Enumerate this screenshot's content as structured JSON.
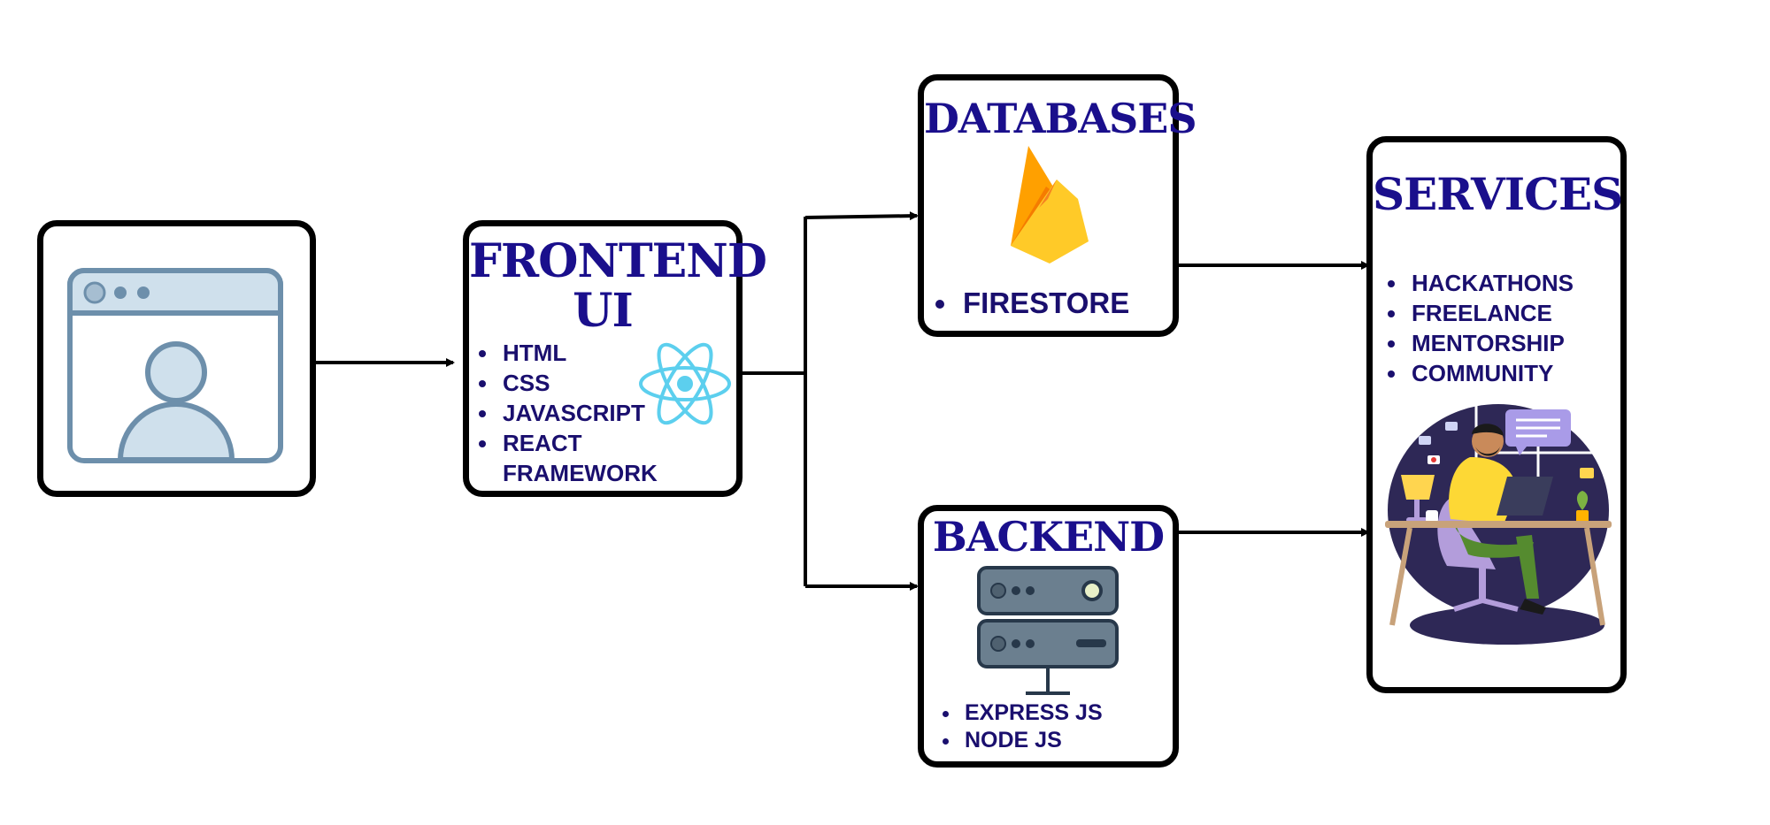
{
  "diagram": {
    "user_node": {
      "icon": "browser-user-icon"
    },
    "frontend": {
      "title_line1": "FRONTEND",
      "title_line2": "UI",
      "items": [
        "HTML",
        "CSS",
        "JAVASCRIPT",
        "REACT FRAMEWORK"
      ],
      "icon": "react-icon"
    },
    "databases": {
      "title": "DATABASES",
      "items": [
        "FIRESTORE"
      ],
      "icon": "firebase-icon"
    },
    "backend": {
      "title": "BACKEND",
      "items": [
        "EXPRESS JS",
        "NODE JS"
      ],
      "icon": "server-icon"
    },
    "services": {
      "title": "SERVICES",
      "items": [
        "HACKATHONS",
        "FREELANCE",
        "MENTORSHIP",
        "COMMUNITY"
      ],
      "illustration": "person-working-at-laptop-illustration"
    },
    "colors": {
      "title": "#1a0f8c",
      "text": "#1a0f6e",
      "border": "#000000",
      "react": "#5ccfee",
      "firebase_orange": "#f58220",
      "firebase_yellow": "#ffca28",
      "server": "#6b7f8f"
    }
  }
}
